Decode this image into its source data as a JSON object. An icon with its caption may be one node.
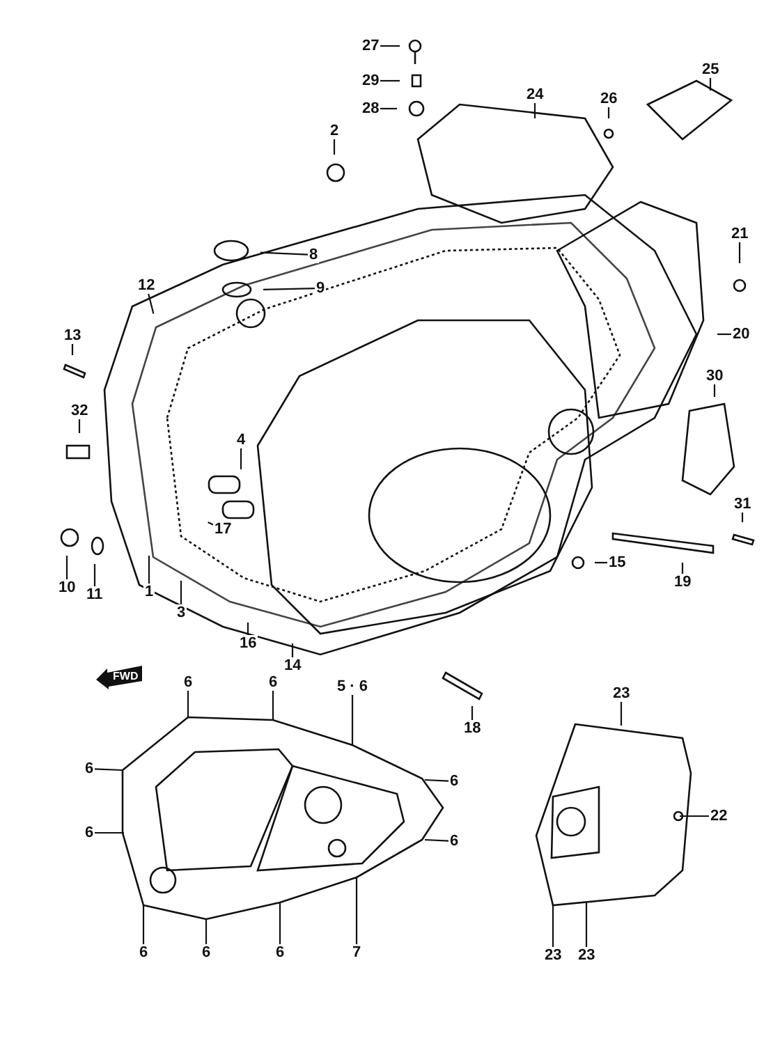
{
  "diagram": {
    "nodes": [
      {
        "text": [
          "27"
        ]
      },
      {
        "text": [
          "29"
        ]
      },
      {
        "text": [
          "28"
        ]
      },
      {
        "text": [
          "24"
        ]
      },
      {
        "text": [
          "26"
        ]
      },
      {
        "text": [
          "25"
        ]
      },
      {
        "text": [
          "2"
        ]
      },
      {
        "text": [
          "8"
        ]
      },
      {
        "text": [
          "12"
        ]
      },
      {
        "text": [
          "9"
        ]
      },
      {
        "text": [
          "21"
        ]
      },
      {
        "text": [
          "13"
        ]
      },
      {
        "text": [
          "20"
        ]
      },
      {
        "text": [
          "30"
        ]
      },
      {
        "text": [
          "32"
        ]
      },
      {
        "text": [
          "4"
        ]
      },
      {
        "text": [
          "17"
        ]
      },
      {
        "text": [
          "31"
        ]
      },
      {
        "text": [
          "15"
        ]
      },
      {
        "text": [
          "10"
        ]
      },
      {
        "text": [
          "11"
        ]
      },
      {
        "text": [
          "1"
        ]
      },
      {
        "text": [
          "19"
        ]
      },
      {
        "text": [
          "3"
        ]
      },
      {
        "text": [
          "16"
        ]
      },
      {
        "text": [
          "14"
        ]
      },
      {
        "text": [
          "6"
        ]
      },
      {
        "text": [
          "6"
        ]
      },
      {
        "text": [
          "5 · 6"
        ]
      },
      {
        "text": [
          "23"
        ]
      },
      {
        "text": [
          "18"
        ]
      },
      {
        "text": [
          "6"
        ]
      },
      {
        "text": [
          "6"
        ]
      },
      {
        "text": [
          "22"
        ]
      },
      {
        "text": [
          "6"
        ]
      },
      {
        "text": [
          "6"
        ]
      },
      {
        "text": [
          "6"
        ]
      },
      {
        "text": [
          "6"
        ]
      },
      {
        "text": [
          "6"
        ]
      },
      {
        "text": [
          "7"
        ]
      },
      {
        "text": [
          "23"
        ]
      },
      {
        "text": [
          "23"
        ]
      },
      {
        "text": [],
        "shape": "picture"
      },
      {
        "text": [],
        "shape": "picture"
      }
    ],
    "edges": [
      {
        "from": 0,
        "to": null,
        "arrow": "none"
      },
      {
        "from": 1,
        "to": null,
        "arrow": "none"
      },
      {
        "from": 2,
        "to": null,
        "arrow": "none"
      },
      {
        "from": 3,
        "to": null,
        "arrow": "none"
      },
      {
        "from": 4,
        "to": null,
        "arrow": "none"
      },
      {
        "from": 5,
        "to": null,
        "arrow": "none"
      },
      {
        "from": 6,
        "to": null,
        "arrow": "none"
      },
      {
        "from": 7,
        "to": null,
        "arrow": "none"
      },
      {
        "from": 8,
        "to": null,
        "arrow": "none"
      },
      {
        "from": 9,
        "to": null,
        "arrow": "none"
      },
      {
        "from": 10,
        "to": null,
        "arrow": "none"
      },
      {
        "from": 11,
        "to": null,
        "arrow": "none"
      },
      {
        "from": 12,
        "to": null,
        "arrow": "none"
      },
      {
        "from": 13,
        "to": null,
        "arrow": "none"
      },
      {
        "from": 14,
        "to": null,
        "arrow": "none"
      },
      {
        "from": 15,
        "to": null,
        "arrow": "none"
      },
      {
        "from": 16,
        "to": null,
        "arrow": "none"
      },
      {
        "from": 17,
        "to": null,
        "arrow": "none"
      },
      {
        "from": 18,
        "to": null,
        "arrow": "none"
      },
      {
        "from": 19,
        "to": null,
        "arrow": "none"
      },
      {
        "from": 20,
        "to": null,
        "arrow": "none"
      },
      {
        "from": 21,
        "to": null,
        "arrow": "none"
      },
      {
        "from": 22,
        "to": null,
        "arrow": "none"
      },
      {
        "from": 23,
        "to": null,
        "arrow": "none"
      },
      {
        "from": 24,
        "to": null,
        "arrow": "none"
      },
      {
        "from": 25,
        "to": null,
        "arrow": "none"
      },
      {
        "from": 26,
        "to": 42,
        "arrow": "none"
      },
      {
        "from": 27,
        "to": 42,
        "arrow": "none"
      },
      {
        "from": 28,
        "to": 42,
        "arrow": "none"
      },
      {
        "from": 29,
        "to": 43,
        "arrow": "none"
      },
      {
        "from": 30,
        "to": null,
        "arrow": "none"
      },
      {
        "from": 31,
        "to": 42,
        "arrow": "none"
      },
      {
        "from": 32,
        "to": 42,
        "arrow": "none"
      },
      {
        "from": 33,
        "to": 43,
        "arrow": "none"
      },
      {
        "from": 34,
        "to": 42,
        "arrow": "none"
      },
      {
        "from": 35,
        "to": 42,
        "arrow": "none"
      },
      {
        "from": 36,
        "to": 42,
        "arrow": "none"
      },
      {
        "from": 37,
        "to": 42,
        "arrow": "none"
      },
      {
        "from": 38,
        "to": 42,
        "arrow": "none"
      },
      {
        "from": 39,
        "to": 42,
        "arrow": "none"
      },
      {
        "from": 40,
        "to": 43,
        "arrow": "none"
      },
      {
        "from": 41,
        "to": 43,
        "arrow": "none"
      }
    ],
    "labels": [
      "FWD"
    ]
  }
}
